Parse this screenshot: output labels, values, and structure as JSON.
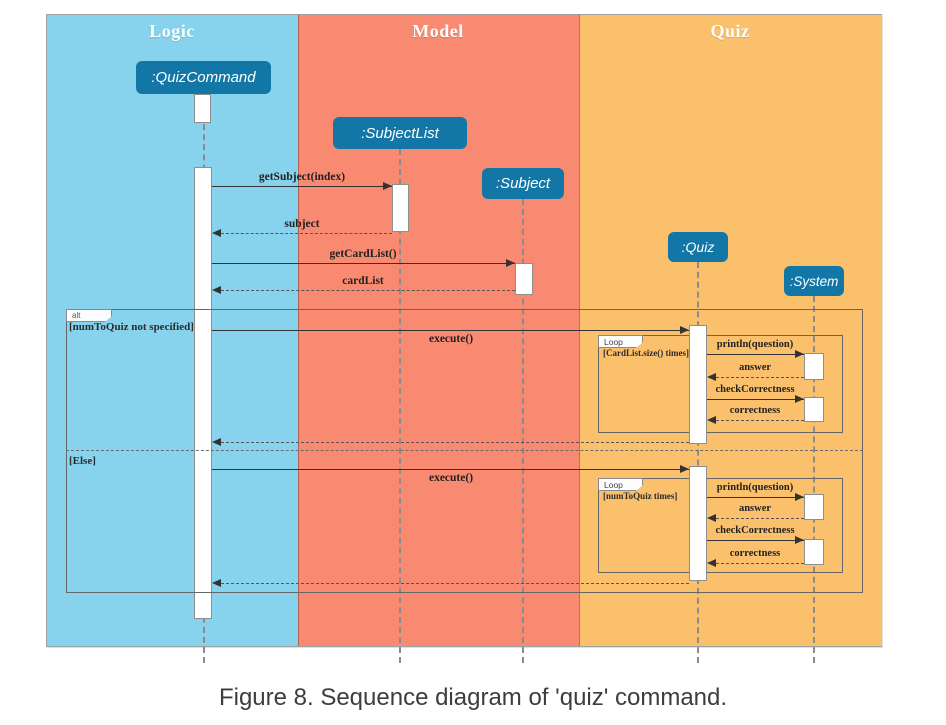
{
  "caption": "Figure 8. Sequence diagram of 'quiz' command.",
  "lanes": [
    {
      "label": "Logic",
      "color": "#87d3ee"
    },
    {
      "label": "Model",
      "color": "#f98a72"
    },
    {
      "label": "Quiz",
      "color": "#fbc06c"
    }
  ],
  "lifelines": [
    {
      "label": ":QuizCommand"
    },
    {
      "label": ":SubjectList"
    },
    {
      "label": ":Subject"
    },
    {
      "label": ":Quiz"
    },
    {
      "label": ":System"
    }
  ],
  "frames": {
    "alt": {
      "tag": "alt",
      "guard_if": "[numToQuiz not specified]",
      "guard_else": "[Else]"
    },
    "loop1": {
      "tag": "Loop",
      "guard": "[CardList.size() times]"
    },
    "loop2": {
      "tag": "Loop",
      "guard": "[numToQuiz times]"
    }
  },
  "messages": [
    {
      "label": "getSubject(index)",
      "type": "call"
    },
    {
      "label": "subject",
      "type": "return"
    },
    {
      "label": "getCardList()",
      "type": "call"
    },
    {
      "label": "cardList",
      "type": "return"
    },
    {
      "label": "execute()",
      "type": "call"
    },
    {
      "label": "println(question)",
      "type": "call"
    },
    {
      "label": "answer",
      "type": "return"
    },
    {
      "label": "checkCorrectness",
      "type": "call"
    },
    {
      "label": "correctness",
      "type": "return"
    },
    {
      "label": "execute()",
      "type": "call"
    },
    {
      "label": "println(question)",
      "type": "call"
    },
    {
      "label": "answer",
      "type": "return"
    },
    {
      "label": "checkCorrectness",
      "type": "call"
    },
    {
      "label": "correctness",
      "type": "return"
    }
  ],
  "colors": {
    "lane-logic": "#87d3ee",
    "lane-model": "#f98a72",
    "lane-quiz": "#fbc06c",
    "lifeline-box": "#1277a7",
    "ink": "#333333",
    "frame": "#666666",
    "caption": "#3d3d3d"
  }
}
